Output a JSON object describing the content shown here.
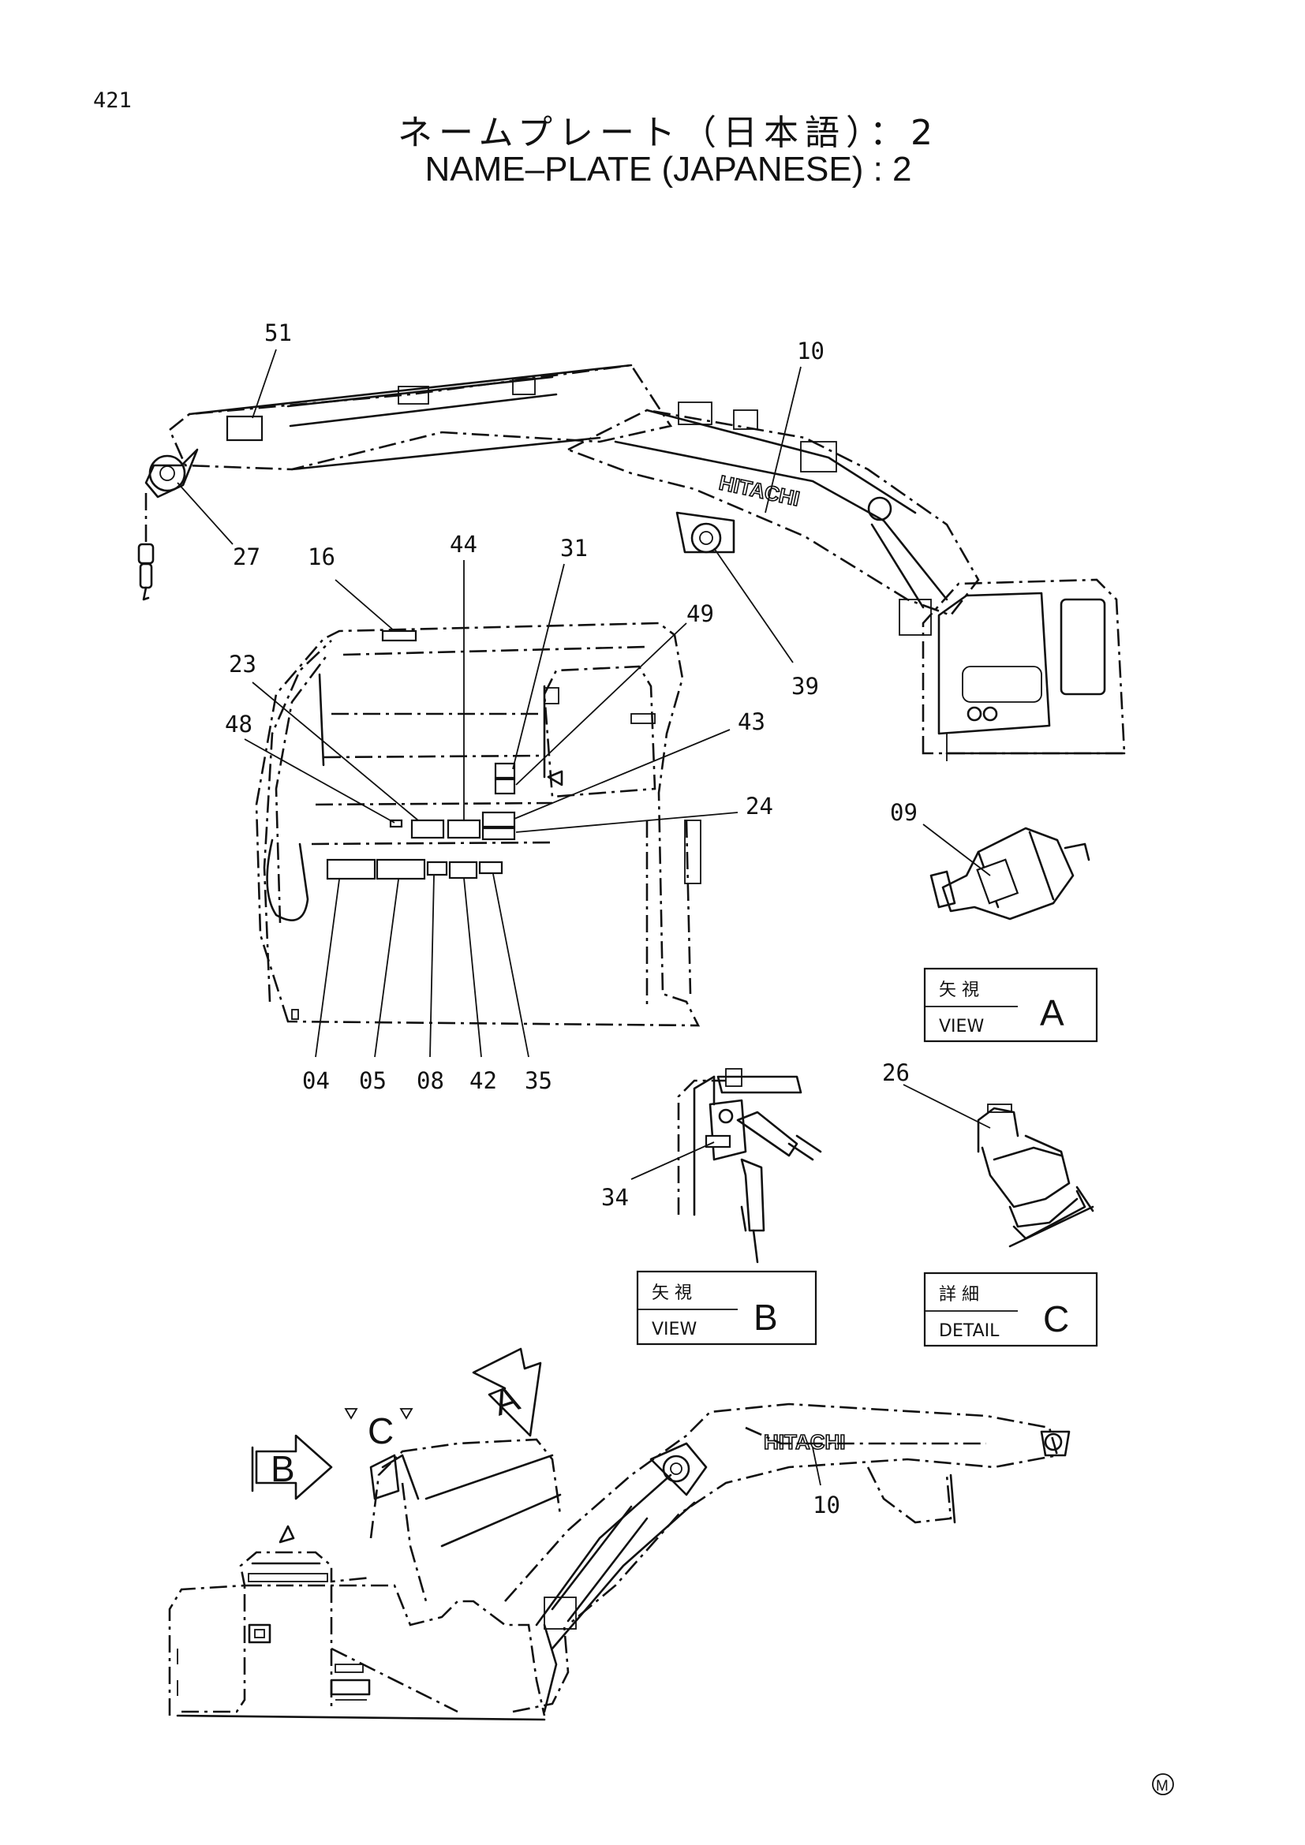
{
  "page_number": "421",
  "title_jp": "ネームプレート（日本語）：2",
  "title_en": "NAME–PLATE (JAPANESE) : 2",
  "brand": "HITACHI",
  "callouts": {
    "n51": "51",
    "n10a": "10",
    "n27": "27",
    "n16": "16",
    "n44": "44",
    "n31": "31",
    "n49": "49",
    "n23": "23",
    "n48": "48",
    "n43": "43",
    "n24": "24",
    "n39": "39",
    "n09": "09",
    "n04": "04",
    "n05": "05",
    "n08": "08",
    "n42": "42",
    "n35": "35",
    "n26": "26",
    "n34": "34",
    "n10b": "10"
  },
  "view_boxes": {
    "a": {
      "jp": "矢 視",
      "en": "VIEW",
      "letter": "A"
    },
    "b": {
      "jp": "矢 視",
      "en": "VIEW",
      "letter": "B"
    },
    "c": {
      "jp": "詳 細",
      "en": "DETAIL",
      "letter": "C"
    }
  },
  "arrows": {
    "a": "A",
    "b": "B",
    "c": "C"
  },
  "footer_mark": "M"
}
